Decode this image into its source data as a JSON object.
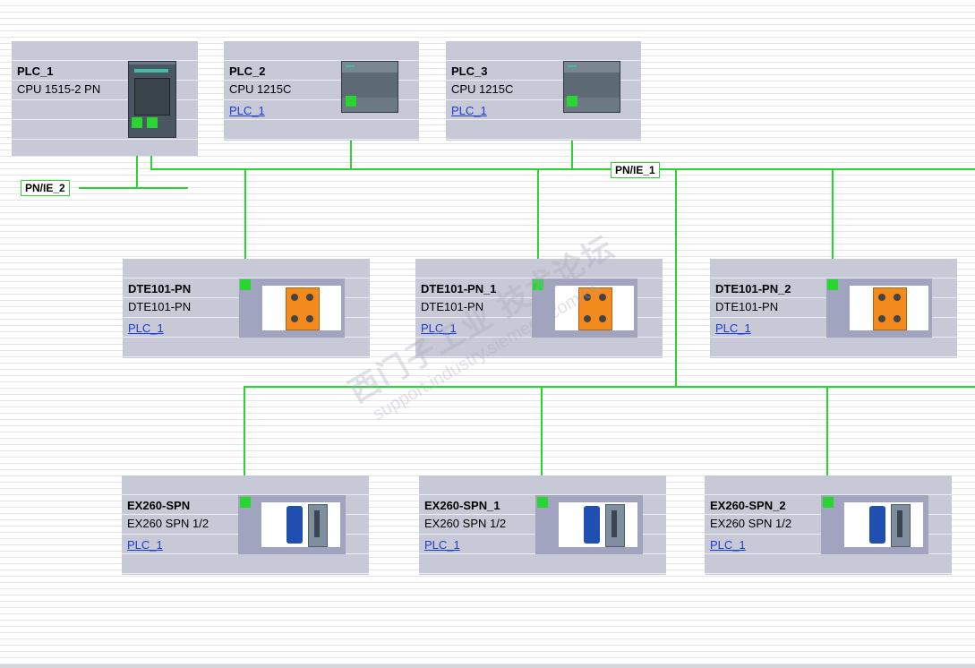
{
  "networks": {
    "pn_ie_1": "PN/IE_1",
    "pn_ie_2": "PN/IE_2"
  },
  "plcs": [
    {
      "name": "PLC_1",
      "type": "CPU 1515-2 PN",
      "link": ""
    },
    {
      "name": "PLC_2",
      "type": "CPU 1215C",
      "link": "PLC_1"
    },
    {
      "name": "PLC_3",
      "type": "CPU 1215C",
      "link": "PLC_1"
    }
  ],
  "dte": [
    {
      "name": "DTE101-PN",
      "type": "DTE101-PN",
      "link": "PLC_1"
    },
    {
      "name": "DTE101-PN_1",
      "type": "DTE101-PN",
      "link": "PLC_1"
    },
    {
      "name": "DTE101-PN_2",
      "type": "DTE101-PN",
      "link": "PLC_1"
    }
  ],
  "ex260": [
    {
      "name": "EX260-SPN",
      "type": "EX260 SPN 1/2",
      "link": "PLC_1"
    },
    {
      "name": "EX260-SPN_1",
      "type": "EX260 SPN 1/2",
      "link": "PLC_1"
    },
    {
      "name": "EX260-SPN_2",
      "type": "EX260 SPN 1/2",
      "link": "PLC_1"
    }
  ],
  "watermark": {
    "line1": "西门子工业 技术论坛",
    "line2": "support.industry.siemens.com/cs"
  },
  "colors": {
    "network": "#27d62f",
    "device_bg": "#c8c9d6",
    "image_slot": "#a0a4bf",
    "link": "#1a3cd8",
    "io_module": "#f28a1e",
    "smc_blue": "#1f4fb0"
  }
}
